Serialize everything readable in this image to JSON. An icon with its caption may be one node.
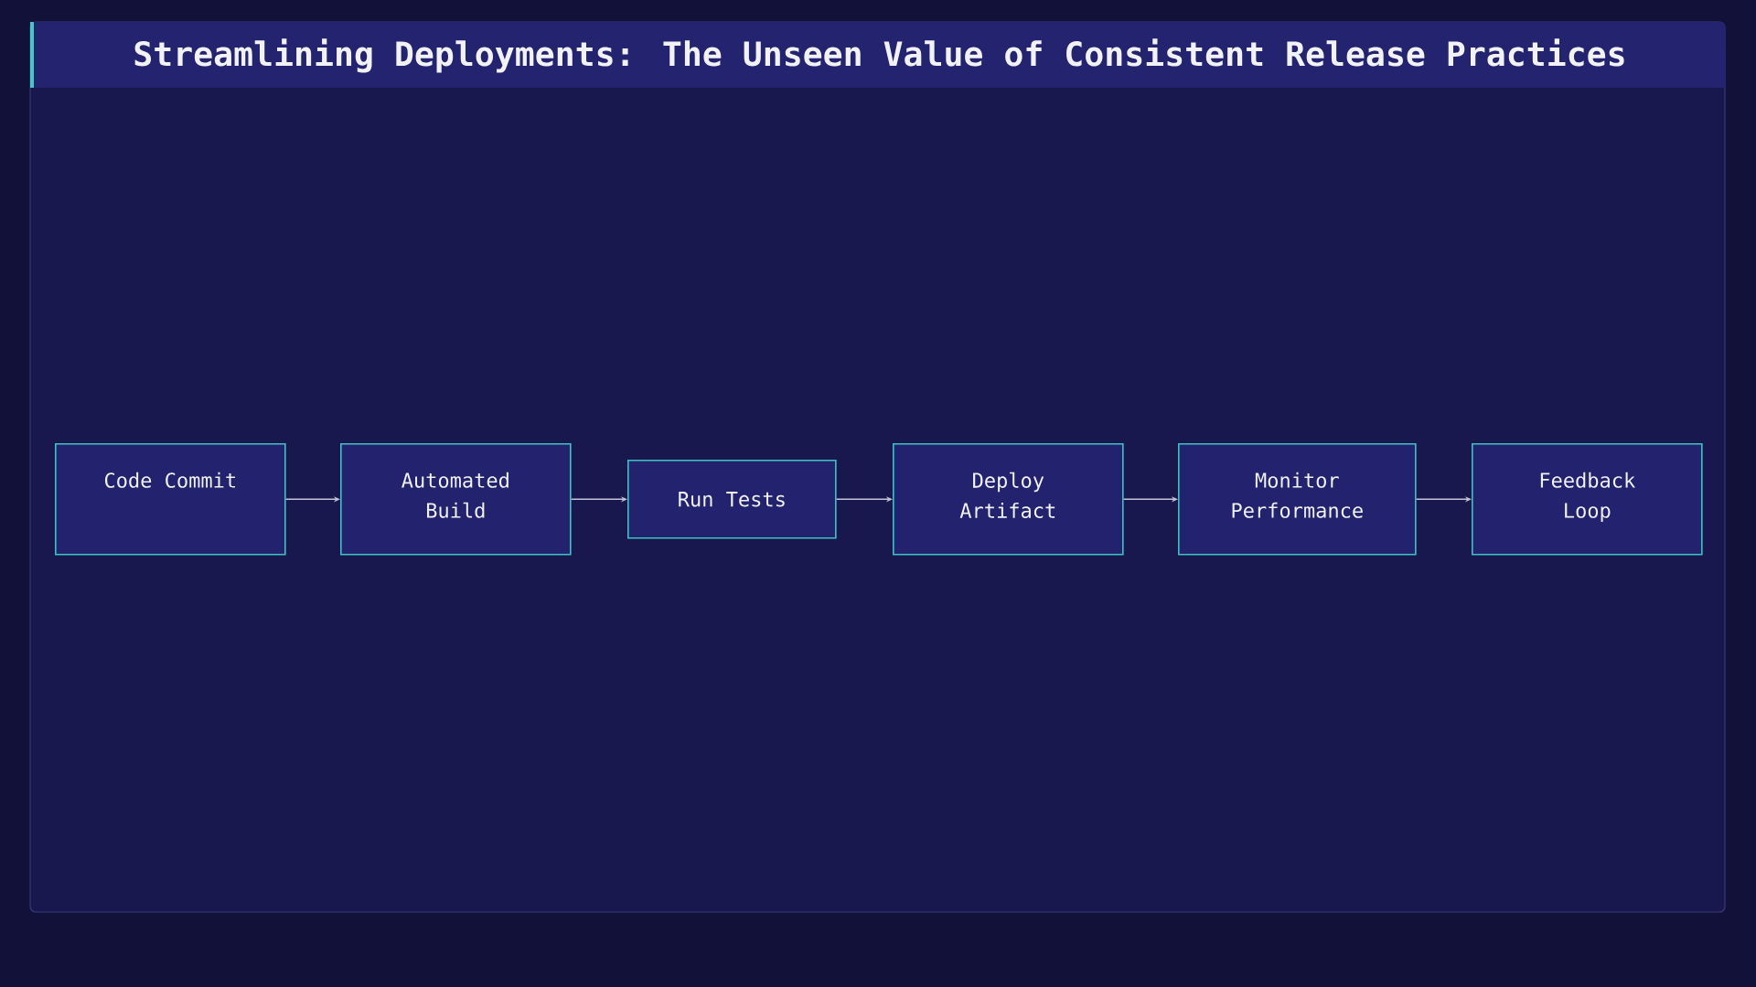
{
  "diagram": {
    "title": "Streamlining Deployments: The Unseen Value of Consistent Release Practices",
    "nodes": [
      {
        "text": [
          "Code Commit"
        ]
      },
      {
        "text": [
          "Automated Build"
        ]
      },
      {
        "text": [
          "Run Tests"
        ]
      },
      {
        "text": [
          "Deploy Artifact"
        ]
      },
      {
        "text": [
          "Monitor Performance"
        ]
      },
      {
        "text": [
          "Feedback Loop"
        ]
      }
    ],
    "edges": [
      {
        "from": 0,
        "to": 1,
        "arrow": "to"
      },
      {
        "from": 1,
        "to": 2,
        "arrow": "to"
      },
      {
        "from": 2,
        "to": 3,
        "arrow": "to"
      },
      {
        "from": 3,
        "to": 4,
        "arrow": "to"
      },
      {
        "from": 4,
        "to": 5,
        "arrow": "to"
      }
    ]
  }
}
